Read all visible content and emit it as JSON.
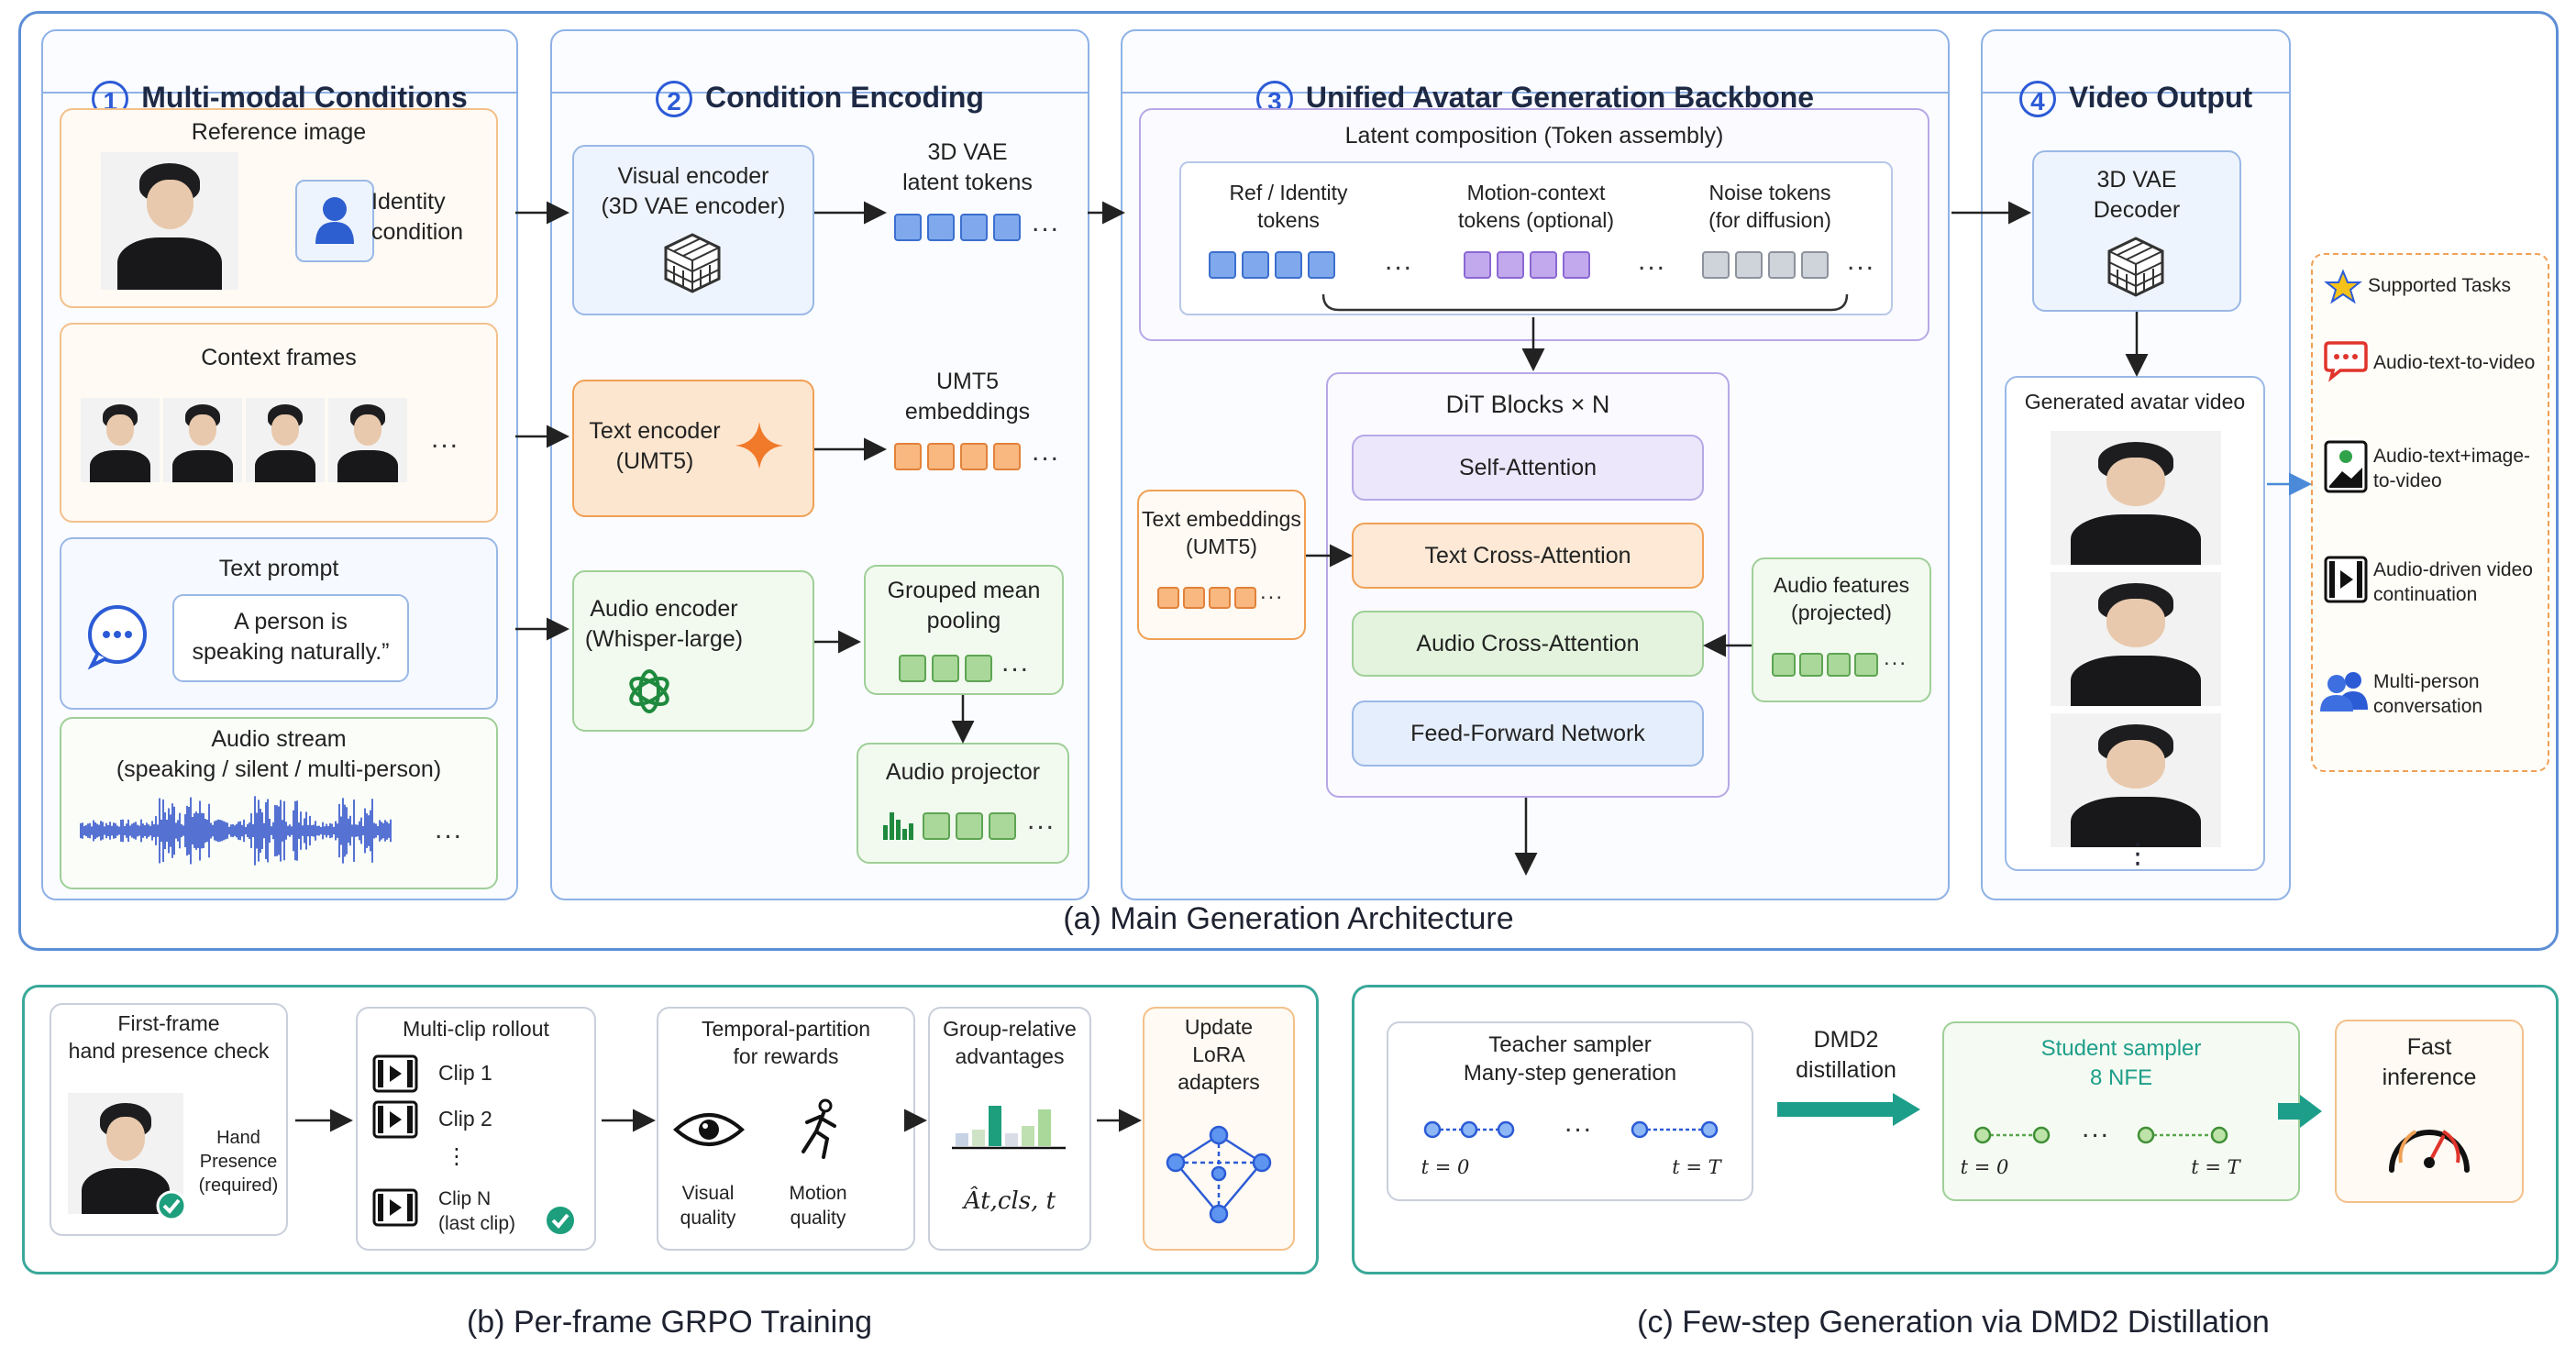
{
  "sections": {
    "main_caption": "(a)  Main Generation Architecture",
    "grpo_caption": "(b)   Per-frame GRPO Training",
    "dmd_caption": "(c)   Few-step Generation via DMD2 Distillation"
  },
  "col1": {
    "num": "1",
    "title": "Multi-modal Conditions",
    "reference_title": "Reference image",
    "identity_label": "Identity\ncondition",
    "context_title": "Context frames",
    "context_more": "...",
    "text_prompt_title": "Text prompt",
    "text_prompt_value": "A person is\nspeaking naturally.”",
    "audio_title": "Audio stream\n(speaking / silent / multi-person)",
    "audio_more": "..."
  },
  "col2": {
    "num": "2",
    "title": "Condition Encoding",
    "visual_encoder": "Visual encoder\n(3D VAE encoder)",
    "vae_tokens": "3D VAE\nlatent tokens",
    "text_encoder": "Text encoder\n(UMT5)",
    "umt5_embeddings": "UMT5\nembeddings",
    "audio_encoder": "Audio encoder\n(Whisper-large)",
    "pooling": "Grouped mean\npooling",
    "audio_projector": "Audio projector",
    "ellipsis": "..."
  },
  "col3": {
    "num": "3",
    "title": "Unified Avatar Generation Backbone",
    "latent_title": "Latent composition (Token assembly)",
    "ref_tokens": "Ref / Identity\ntokens",
    "motion_tokens": "Motion-context\ntokens (optional)",
    "noise_tokens": "Noise tokens\n(for diffusion)",
    "dit_title": "DiT Blocks × N",
    "self_attn": "Self-Attention",
    "text_cross": "Text Cross-Attention",
    "audio_cross": "Audio Cross-Attention",
    "ffn": "Feed-Forward Network",
    "text_emb": "Text embeddings\n(UMT5)",
    "audio_feat": "Audio features\n(projected)",
    "ellipsis": "..."
  },
  "col4": {
    "num": "4",
    "title": "Video Output",
    "decoder": "3D VAE\nDecoder",
    "generated": "Generated avatar video",
    "more": "⋮"
  },
  "tasks": {
    "title": "Supported Tasks",
    "items": [
      {
        "icon": "speech-bubble-icon",
        "label": "Audio-text-to-video"
      },
      {
        "icon": "image-icon",
        "label": "Audio-text+image-\nto-video"
      },
      {
        "icon": "film-play-icon",
        "label": "Audio-driven video\ncontinuation"
      },
      {
        "icon": "people-icon",
        "label": "Multi-person\nconversation"
      }
    ]
  },
  "grpo": {
    "first_frame": "First-frame\nhand presence check",
    "hand_presence": "Hand\nPresence\n(required)",
    "rollout_title": "Multi-clip rollout",
    "clips": [
      "Clip 1",
      "Clip 2",
      "⋮",
      "Clip N\n(last clip)"
    ],
    "temporal": "Temporal-partition\nfor rewards",
    "visual_quality": "Visual\nquality",
    "motion_quality": "Motion\nquality",
    "group_relative": "Group-relative\nadvantages",
    "advantage_symbol": "Ât,cls, t",
    "update": "Update\nLoRA\nadapters"
  },
  "dmd": {
    "teacher": "Teacher sampler\nMany-step generation",
    "distill": "DMD2\ndistillation",
    "student_title": "Student sampler",
    "student_nfe": "8 NFE",
    "t0": "t = 0",
    "tT": "t = T",
    "fast": "Fast\ninference",
    "dots": "..."
  },
  "colors": {
    "section_border": "#5d8fd6",
    "teal": "#3aa899",
    "orange": "#f0a055",
    "green": "#5ea453",
    "purple": "#8a68d3",
    "blue": "#3c6fcf"
  }
}
